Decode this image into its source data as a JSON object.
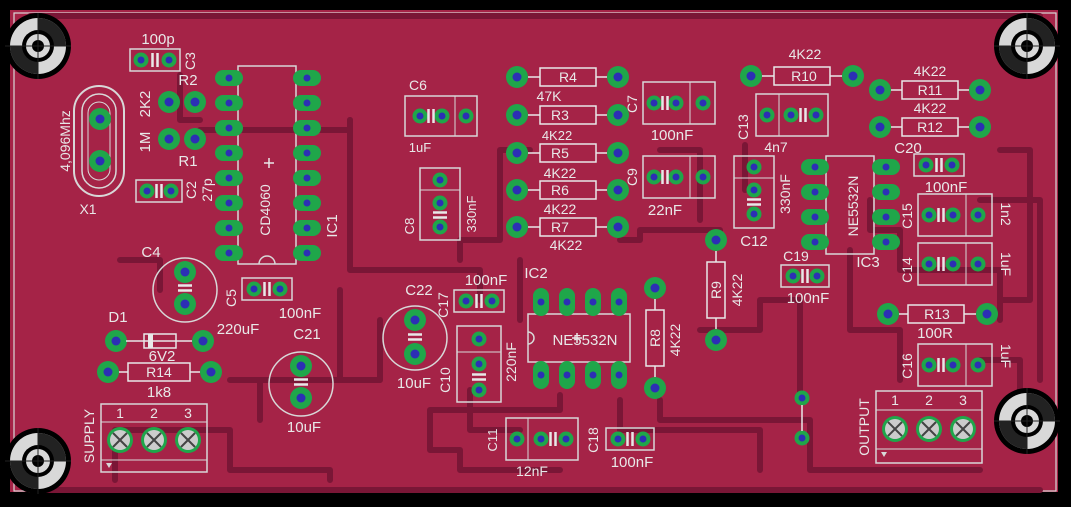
{
  "colors": {
    "background": "#000000",
    "copper": "#a52347",
    "trace": "#7a1636",
    "outline": "#d8d8d8",
    "pad": "#1fa64a",
    "via": "#2c2fb5",
    "silk": "#e8e8e8"
  },
  "components": {
    "x1": {
      "ref": "X1",
      "value": "4,096Mhz"
    },
    "c3": {
      "ref": "C3",
      "value": "100p"
    },
    "r2": {
      "ref": "R2",
      "value": "2K2"
    },
    "r1": {
      "ref": "R1",
      "value": "1M"
    },
    "c2": {
      "ref": "C2",
      "value": "27p"
    },
    "ic1": {
      "ref": "IC1",
      "value": "CD4060"
    },
    "c4": {
      "ref": "C4",
      "value": "220uF"
    },
    "c5": {
      "ref": "C5",
      "value": "100nF"
    },
    "d1": {
      "ref": "D1",
      "value": "6V2"
    },
    "r14": {
      "ref": "R14",
      "value": "1k8"
    },
    "supply": {
      "ref": "SUPPLY",
      "pins": [
        "1",
        "2",
        "3"
      ]
    },
    "c21": {
      "ref": "C21",
      "value": "10uF"
    },
    "c22": {
      "ref": "C22",
      "value": "10uF"
    },
    "c6": {
      "ref": "C6",
      "value": "1uF"
    },
    "c8": {
      "ref": "C8",
      "value": "330nF"
    },
    "r4": {
      "ref": "R4",
      "value": "47K"
    },
    "r3": {
      "ref": "R3",
      "value": "4K22"
    },
    "r5": {
      "ref": "R5",
      "value": "4K22"
    },
    "r6": {
      "ref": "R6",
      "value": "4K22"
    },
    "r7": {
      "ref": "R7",
      "value": "4K22"
    },
    "c7": {
      "ref": "C7",
      "value": "100nF"
    },
    "c9": {
      "ref": "C9",
      "value": "22nF"
    },
    "c17": {
      "ref": "C17",
      "value": "100nF"
    },
    "ic2": {
      "ref": "IC2",
      "value": "NE5532N"
    },
    "c10": {
      "ref": "C10",
      "value": "220nF"
    },
    "r8": {
      "ref": "R8",
      "value": "4K22"
    },
    "r9": {
      "ref": "R9",
      "value": "4K22"
    },
    "c11": {
      "ref": "C11",
      "value": "12nF"
    },
    "c18": {
      "ref": "C18",
      "value": "100nF"
    },
    "r10": {
      "ref": "R10",
      "value": "4K22"
    },
    "c13": {
      "ref": "C13",
      "value": "4n7"
    },
    "c12": {
      "ref": "C12",
      "value": "330nF"
    },
    "c19": {
      "ref": "C19",
      "value": "100nF"
    },
    "ic3": {
      "ref": "IC3",
      "value": "NE5532N"
    },
    "r11": {
      "ref": "R11",
      "value": "4K22"
    },
    "r12": {
      "ref": "R12",
      "value": "4K22"
    },
    "c20": {
      "ref": "C20",
      "value": "100nF"
    },
    "c15": {
      "ref": "C15",
      "value": "1n2"
    },
    "c14": {
      "ref": "C14",
      "value": "1uF"
    },
    "r13": {
      "ref": "R13",
      "value": "100R"
    },
    "c16": {
      "ref": "C16",
      "value": "1uF"
    },
    "output": {
      "ref": "OUTPUT",
      "pins": [
        "1",
        "2",
        "3"
      ]
    }
  }
}
